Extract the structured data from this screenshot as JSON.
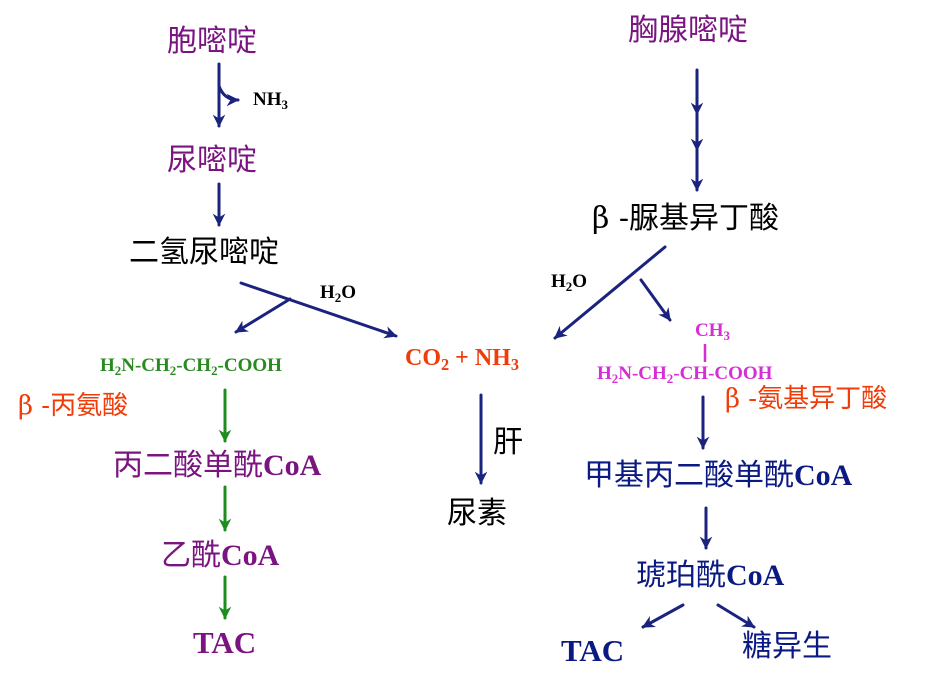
{
  "colors": {
    "purple": "#7a1480",
    "navy": "#0b1a82",
    "black": "#000000",
    "orange": "#f03c08",
    "green": "#2a8a22",
    "magenta": "#d42ed4",
    "arrow_navy": "#1a237e",
    "arrow_green": "#1e8c1e"
  },
  "left": {
    "cytosine": "胞嘧啶",
    "nh3_label": "NH",
    "nh3_sub": "3",
    "uracil": "尿嘧啶",
    "dihydrouracil": "二氢尿嘧啶",
    "h2o_a": "H",
    "h2o_sub": "2",
    "h2o_b": "O",
    "formula_parts": [
      "H",
      "2",
      "N-CH",
      "2",
      "-CH",
      "2",
      "-COOH"
    ],
    "beta_alanine": "β -丙氨酸",
    "malonyl_a": "丙二酸单酰",
    "malonyl_b": "CoA",
    "acetyl_a": "乙酰",
    "acetyl_b": "CoA",
    "tac": "TAC"
  },
  "center": {
    "co2_a": "CO",
    "co2_sub": "2",
    "co2_b": " + NH",
    "nh3_sub": "3",
    "liver": "肝",
    "urea": "尿素"
  },
  "right": {
    "thymine": "胸腺嘧啶",
    "ureidoisobutyrate": "β -脲基异丁酸",
    "h2o_a": "H",
    "h2o_sub": "2",
    "h2o_b": "O",
    "ch3_a": "CH",
    "ch3_sub": "3",
    "formula_parts": [
      "H",
      "2",
      "N-CH",
      "2",
      "-CH-COOH"
    ],
    "beta_aminoisobutyrate": "β -氨基异丁酸",
    "methylmalonyl_a": "甲基丙二酸单酰",
    "methylmalonyl_b": "CoA",
    "succinyl_a": "琥珀酰",
    "succinyl_b": "CoA",
    "tac": "TAC",
    "gluconeogenesis": "糖异生"
  }
}
